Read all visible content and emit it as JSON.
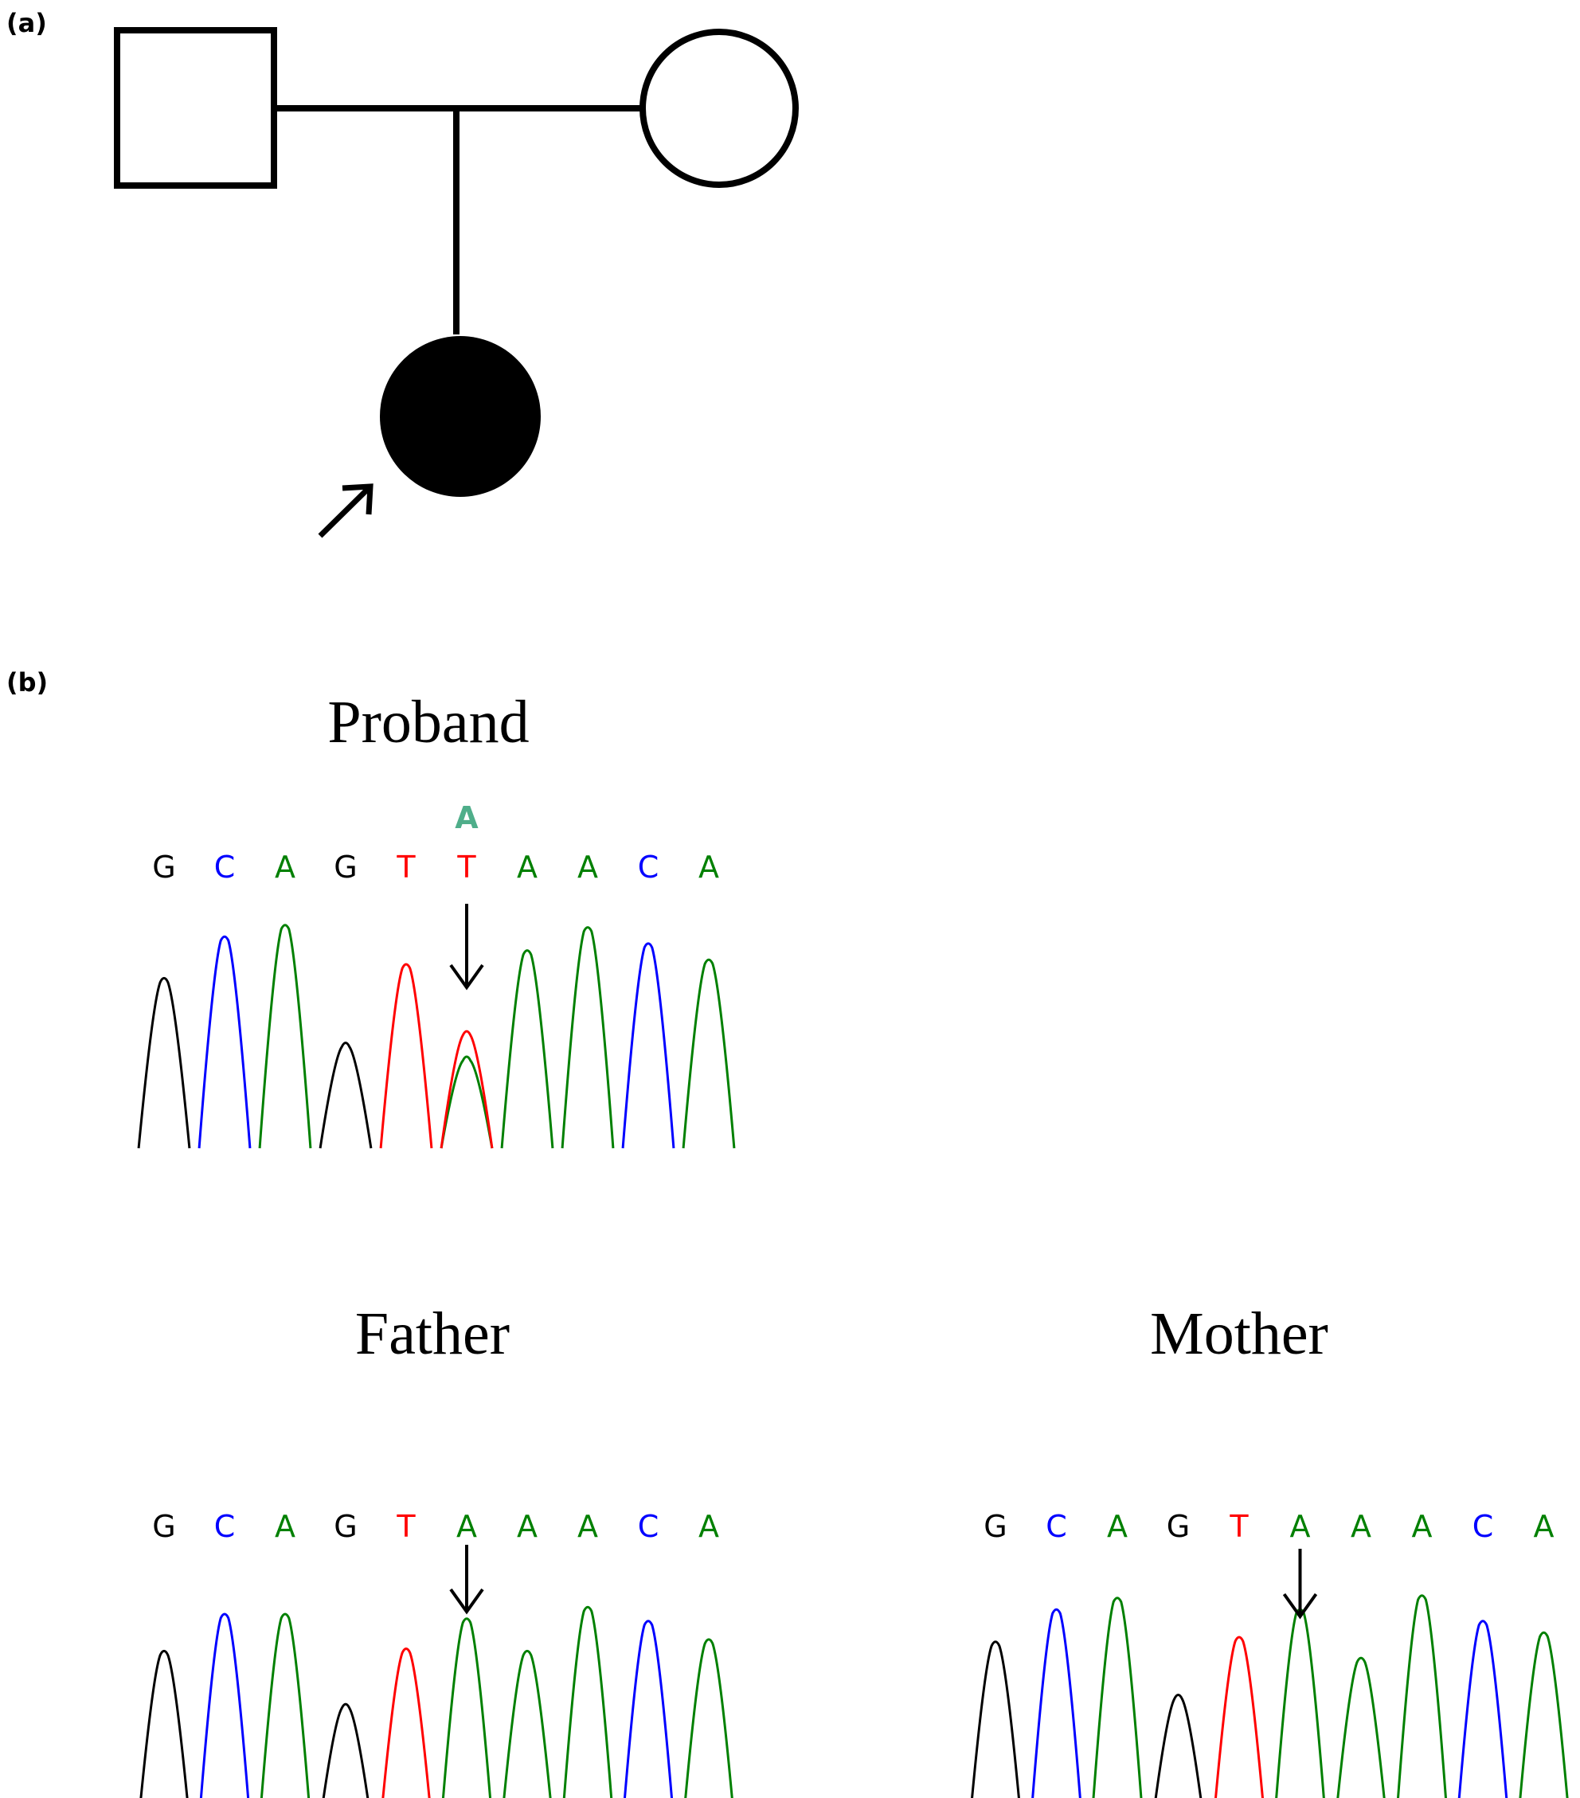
{
  "panels": {
    "a": {
      "label": "(a)"
    },
    "b": {
      "label": "(b)"
    }
  },
  "pedigree": {
    "father": {
      "symbol": "square",
      "affected": false
    },
    "mother": {
      "symbol": "circle",
      "affected": false
    },
    "child": {
      "symbol": "circle",
      "affected": true,
      "proband": true
    }
  },
  "colors": {
    "G": "#000000",
    "C": "#0000ff",
    "A": "#008000",
    "T": "#ff0000",
    "alt_A_label": "#4fae8a"
  },
  "traces": {
    "proband": {
      "title": "Proband",
      "bases": [
        "G",
        "C",
        "A",
        "G",
        "T",
        "T",
        "A",
        "A",
        "C",
        "A"
      ],
      "alt_call": "A",
      "marked_index": 5,
      "peaks": [
        0.74,
        0.92,
        0.97,
        0.46,
        0.8,
        0.51,
        0.86,
        0.96,
        0.89,
        0.82
      ],
      "secondary_peak": {
        "index": 5,
        "base": "A",
        "height": 0.4
      }
    },
    "father": {
      "title": "Father",
      "bases": [
        "G",
        "C",
        "A",
        "G",
        "T",
        "A",
        "A",
        "A",
        "C",
        "A"
      ],
      "marked_index": 5,
      "peaks": [
        0.74,
        0.9,
        0.9,
        0.51,
        0.75,
        0.88,
        0.74,
        0.93,
        0.87,
        0.79
      ]
    },
    "mother": {
      "title": "Mother",
      "bases": [
        "G",
        "C",
        "A",
        "G",
        "T",
        "A",
        "A",
        "A",
        "C",
        "A"
      ],
      "marked_index": 5,
      "peaks": [
        0.78,
        0.92,
        0.97,
        0.55,
        0.8,
        0.92,
        0.71,
        0.98,
        0.87,
        0.82
      ]
    }
  }
}
